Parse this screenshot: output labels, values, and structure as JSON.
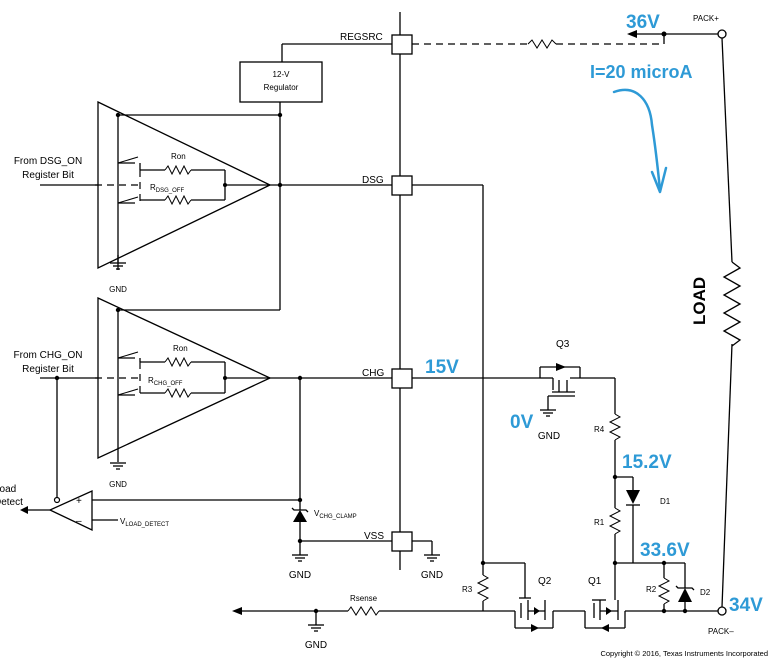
{
  "pins": {
    "regsrc": "REGSRC",
    "dsg": "DSG",
    "chg": "CHG",
    "vss": "VSS"
  },
  "regulator": {
    "line1": "12-V",
    "line2": "Regulator"
  },
  "dsg_driver": {
    "input_line1": "From DSG_ON",
    "input_line2": "Register Bit",
    "ron": "Ron",
    "roff_main": "R",
    "roff_sub": "DSG_OFF"
  },
  "chg_driver": {
    "input_line1": "From CHG_ON",
    "input_line2": "Register Bit",
    "ron": "Ron",
    "roff_main": "R",
    "roff_sub": "CHG_OFF"
  },
  "load_detect": {
    "line1": "Load",
    "line2": "Detect",
    "vref_main": "V",
    "vref_sub": "LOAD_DETECT",
    "plus": "+",
    "minus": "–"
  },
  "clamp": {
    "main": "V",
    "sub": "CHG_CLAMP"
  },
  "gnd_label": "GND",
  "components": {
    "q1": "Q1",
    "q2": "Q2",
    "q3": "Q3",
    "r1": "R1",
    "r2": "R2",
    "r3": "R3",
    "r4": "R4",
    "d1": "D1",
    "d2": "D2",
    "rsense": "Rsense",
    "load": "LOAD"
  },
  "pack": {
    "plus": "PACK+",
    "minus": "PACK–"
  },
  "annotations": {
    "v_pack_plus": "36V",
    "current": "I=20 microA",
    "v_chg": "15V",
    "v_q3_gate": "0V",
    "v_r4": "15.2V",
    "v_r1": "33.6V",
    "v_pack_minus": "34V"
  },
  "copyright": "Copyright © 2016, Texas Instruments Incorporated",
  "colors": {
    "annotation": "#2e9ad6",
    "line": "#000000"
  }
}
